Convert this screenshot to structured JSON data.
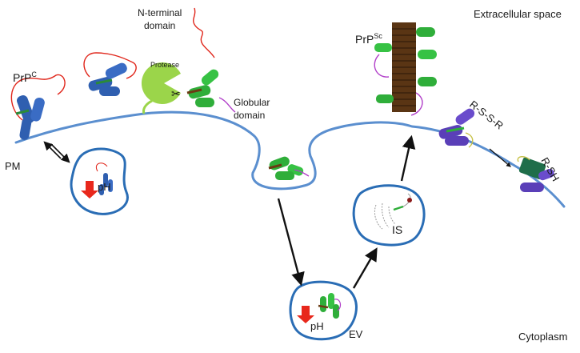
{
  "regions": {
    "extracellular": "Extracellular space",
    "cytoplasm": "Cytoplasm"
  },
  "labels": {
    "n_terminal": [
      "N-terminal",
      "domain"
    ],
    "prp_c_base": "PrP",
    "prp_c_sup": "C",
    "protease": "Protease",
    "globular": [
      "Globular",
      "domain"
    ],
    "prp_sc_base": "PrP",
    "prp_sc_sup": "Sc",
    "pm": "PM",
    "ph_left": "pH",
    "ph_ev": "pH",
    "ev": "EV",
    "is": "IS",
    "r_s_s_r": "R-S-S-R",
    "r_sh": "R-SH"
  },
  "colors": {
    "membrane": "#5b8fcf",
    "helix_blue": "#2f5fb0",
    "helix_green": "#2fae3a",
    "helix_purple": "#5a3fb8",
    "sheet_brown": "#5a3514",
    "loop_red": "#e0261b",
    "loop_magenta": "#b13fc9",
    "protease": "#9bd54a",
    "arrow_red": "#e8281c"
  }
}
